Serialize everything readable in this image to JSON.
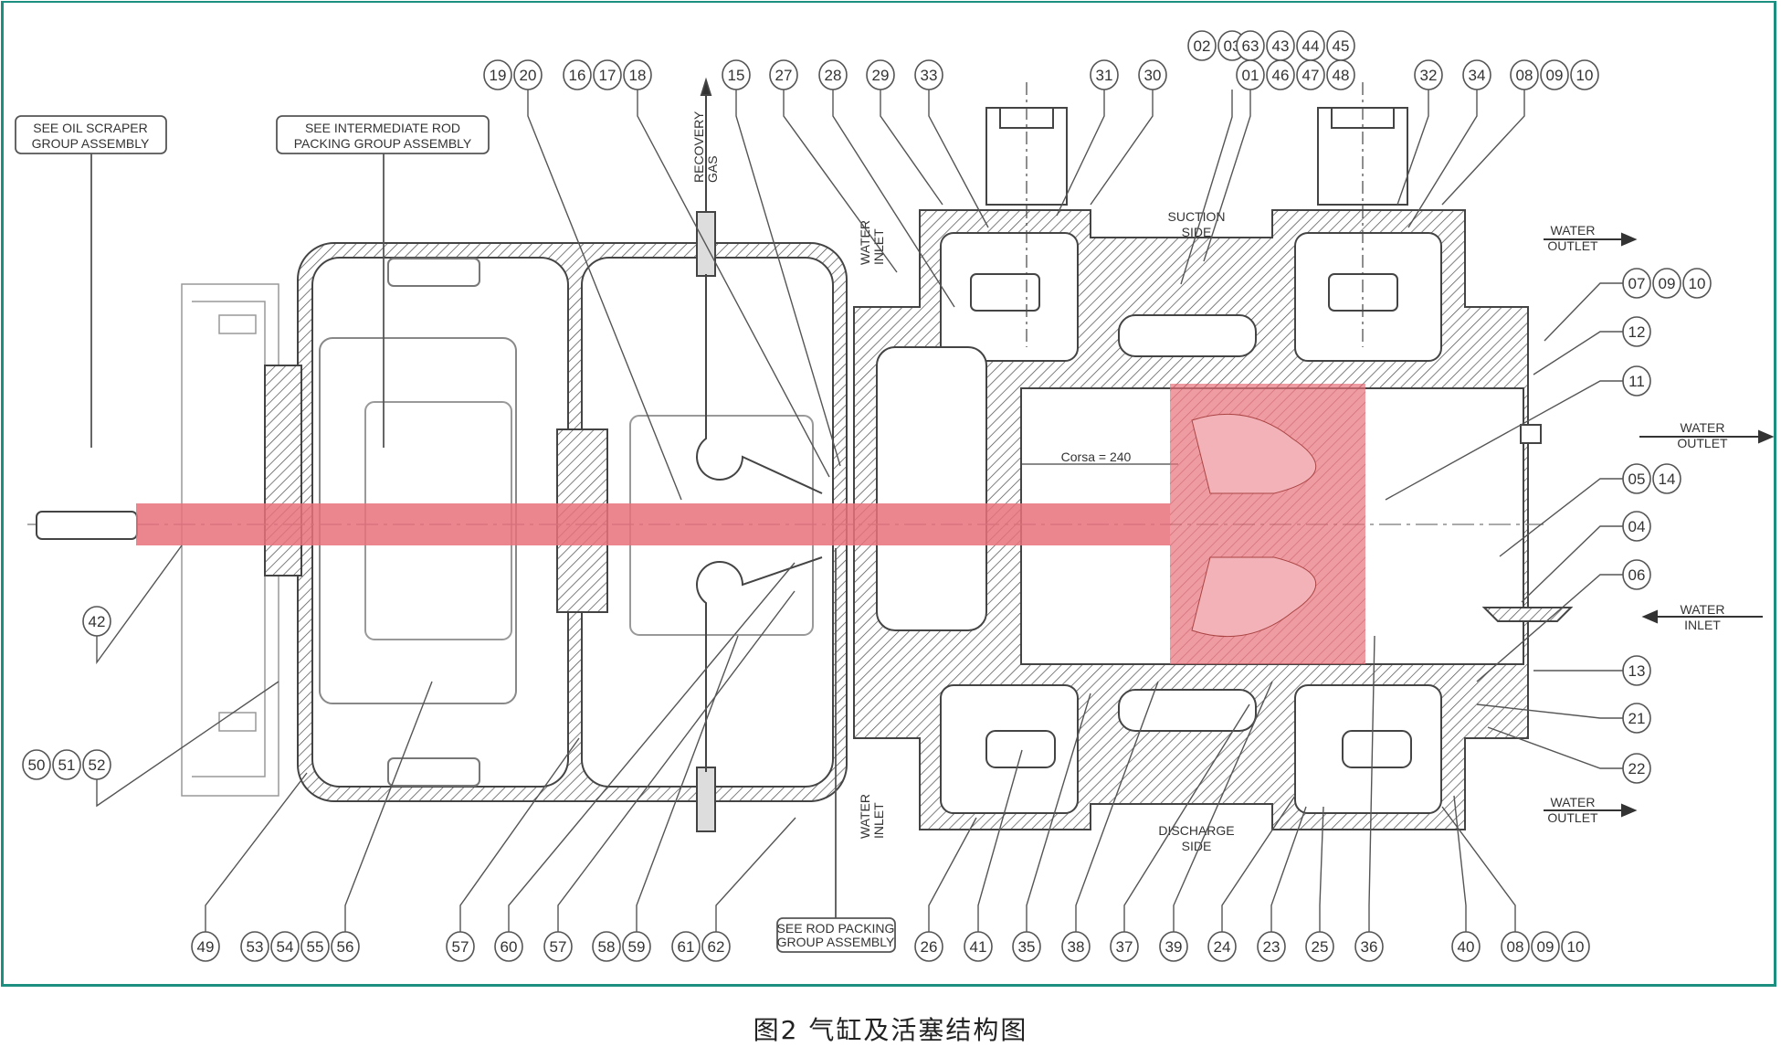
{
  "figure_caption": "图2 气缸及活塞结构图",
  "notes": {
    "oil_scraper": [
      "SEE OIL SCRAPER",
      "GROUP ASSEMBLY"
    ],
    "intermediate_rod": [
      "SEE INTERMEDIATE ROD",
      "PACKING GROUP ASSEMBLY"
    ],
    "rod_packing": [
      "SEE ROD PACKING",
      "GROUP ASSEMBLY"
    ]
  },
  "flow_labels": {
    "recovery_gas": [
      "RECOVERY",
      "GAS"
    ],
    "water_inlet_top": [
      "WATER",
      "INLET"
    ],
    "suction_side": [
      "SUCTION",
      "SIDE"
    ],
    "water_outlet_top": [
      "WATER",
      "OUTLET"
    ],
    "water_outlet_right": [
      "WATER",
      "OUTLET"
    ],
    "water_inlet_right": [
      "WATER",
      "INLET"
    ],
    "water_outlet_bottom": [
      "WATER",
      "OUTLET"
    ],
    "water_inlet_bottom": [
      "WATER",
      "INLET"
    ],
    "discharge_side": [
      "DISCHARGE",
      "SIDE"
    ],
    "stroke": "Corsa = 240"
  },
  "highlight_color": "#e8707a",
  "frame_color": "#1d8f80",
  "callouts": [
    [
      "19",
      "20"
    ],
    [
      "16",
      "17",
      "18"
    ],
    [
      "15"
    ],
    [
      "27"
    ],
    [
      "28"
    ],
    [
      "29"
    ],
    [
      "33"
    ],
    [
      "31"
    ],
    [
      "30"
    ],
    [
      "02",
      "03"
    ],
    [
      "63",
      "43",
      "44",
      "45"
    ],
    [
      "01",
      "46",
      "47",
      "48"
    ],
    [
      "32"
    ],
    [
      "34"
    ],
    [
      "08",
      "09",
      "10"
    ],
    [
      "07",
      "09",
      "10"
    ],
    [
      "12"
    ],
    [
      "11"
    ],
    [
      "05",
      "14"
    ],
    [
      "04"
    ],
    [
      "06"
    ],
    [
      "13"
    ],
    [
      "21"
    ],
    [
      "22"
    ],
    [
      "42"
    ],
    [
      "50",
      "51",
      "52"
    ],
    [
      "49"
    ],
    [
      "53",
      "54",
      "55",
      "56"
    ],
    [
      "57"
    ],
    [
      "60"
    ],
    [
      "57"
    ],
    [
      "58",
      "59"
    ],
    [
      "61",
      "62"
    ],
    [
      "26"
    ],
    [
      "41"
    ],
    [
      "35"
    ],
    [
      "38"
    ],
    [
      "37"
    ],
    [
      "39"
    ],
    [
      "24"
    ],
    [
      "23"
    ],
    [
      "25"
    ],
    [
      "36"
    ],
    [
      "40"
    ],
    [
      "08",
      "09",
      "10"
    ]
  ]
}
